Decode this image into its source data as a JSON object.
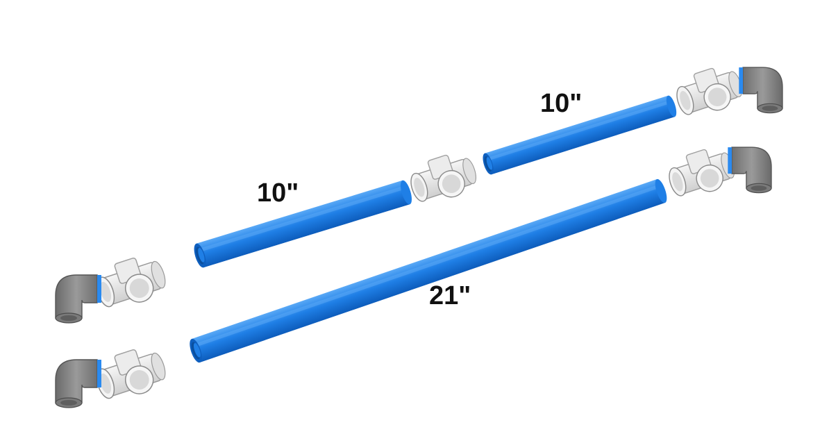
{
  "labels": {
    "upper_left_pipe": "10\"",
    "upper_right_pipe": "10\"",
    "lower_pipe": "21\""
  },
  "colors": {
    "pipe_blue": "#1f7fe6",
    "pipe_blue_dark": "#0e5fbf",
    "pipe_blue_light": "#59a8f5",
    "fitting_white": "#e6e6e6",
    "fitting_gray": "#8a8a8a",
    "band_blue": "#2a8af0"
  },
  "parts": {
    "pipes": 3,
    "tee_fittings": 5,
    "elbow_fittings": 4
  }
}
